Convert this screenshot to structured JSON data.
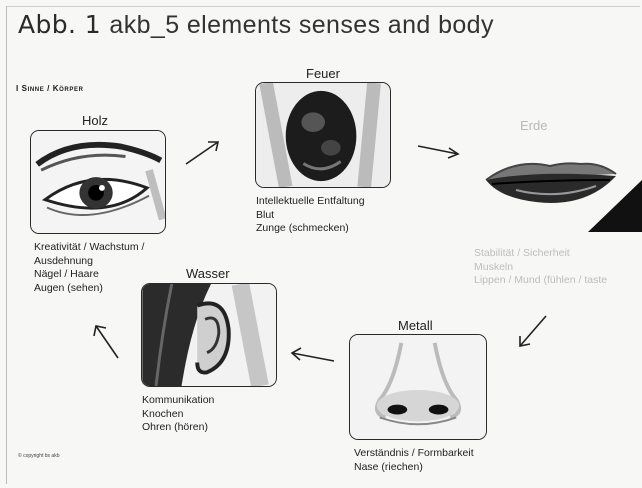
{
  "title": {
    "prefix": "Abb. 1",
    "text": "akb_5 elements senses and body"
  },
  "section": "I Sinne / Körper",
  "elements": {
    "holz": {
      "name": "Holz",
      "lines": [
        "Kreativität / Wachstum /",
        "Ausdehnung",
        "Nägel / Haare",
        "Augen (sehen)"
      ]
    },
    "feuer": {
      "name": "Feuer",
      "lines": [
        "Intellektuelle Entfaltung",
        "Blut",
        "Zunge (schmecken)"
      ]
    },
    "erde": {
      "name": "Erde",
      "lines": [
        "Stabilität / Sicherheit",
        "Muskeln",
        "Lippen / Mund (fühlen / taste"
      ]
    },
    "metall": {
      "name": "Metall",
      "lines": [
        "Verständnis / Formbarkeit",
        "Nase (riechen)"
      ]
    },
    "wasser": {
      "name": "Wasser",
      "lines": [
        "Kommunikation",
        "Knochen",
        "Ohren (hören)"
      ]
    }
  },
  "images": {
    "holz": "eye-icon",
    "feuer": "tongue-icon",
    "erde": "lips-icon",
    "metall": "nose-icon",
    "wasser": "ear-icon"
  },
  "copyright": "© copyright bs akb"
}
